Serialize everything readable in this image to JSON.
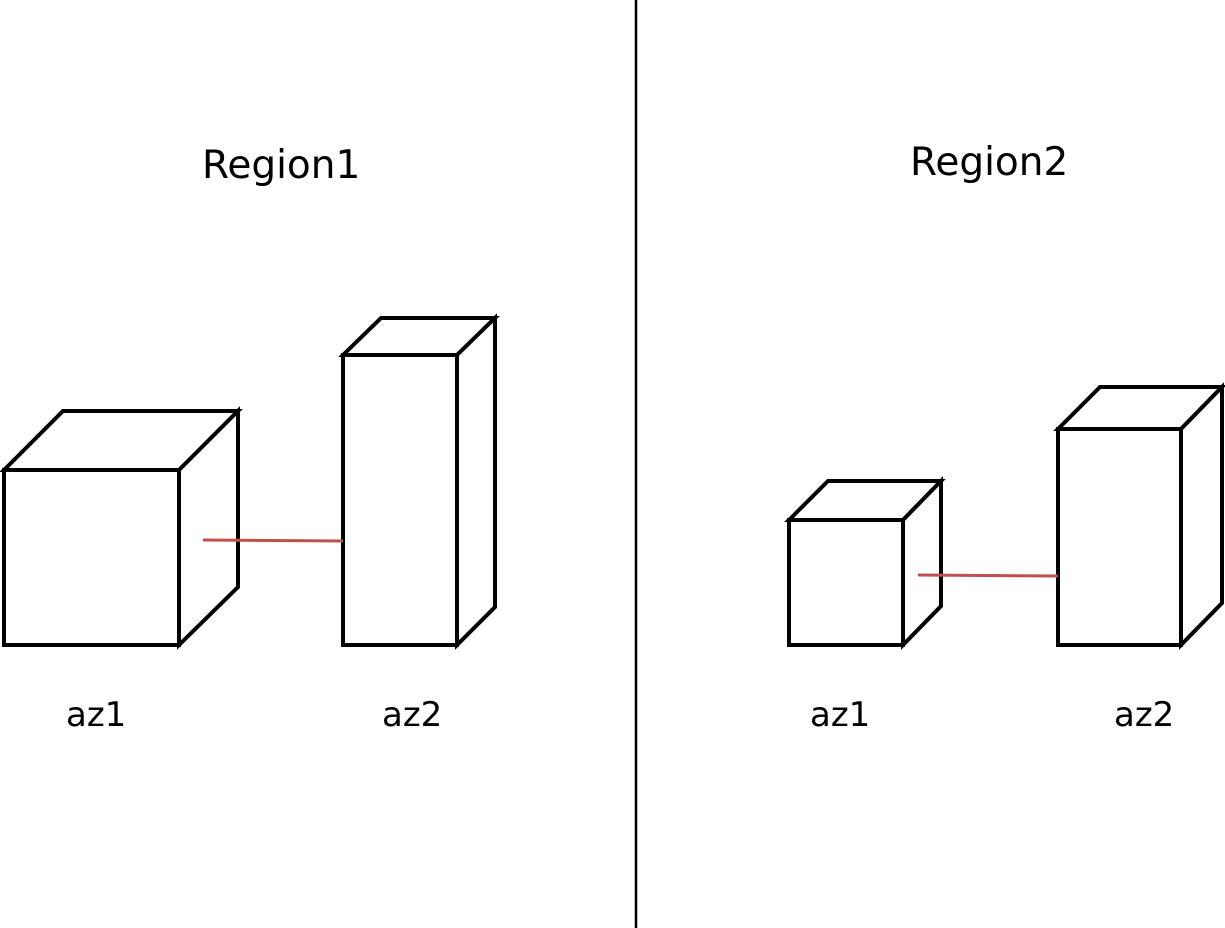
{
  "colors": {
    "box_stroke": "#000000",
    "link": "#c0504d",
    "divider": "#000000",
    "background": "#ffffff"
  },
  "regions": [
    {
      "title": "Region1",
      "zones": [
        {
          "label": "az1"
        },
        {
          "label": "az2"
        }
      ]
    },
    {
      "title": "Region2",
      "zones": [
        {
          "label": "az1"
        },
        {
          "label": "az2"
        }
      ]
    }
  ]
}
